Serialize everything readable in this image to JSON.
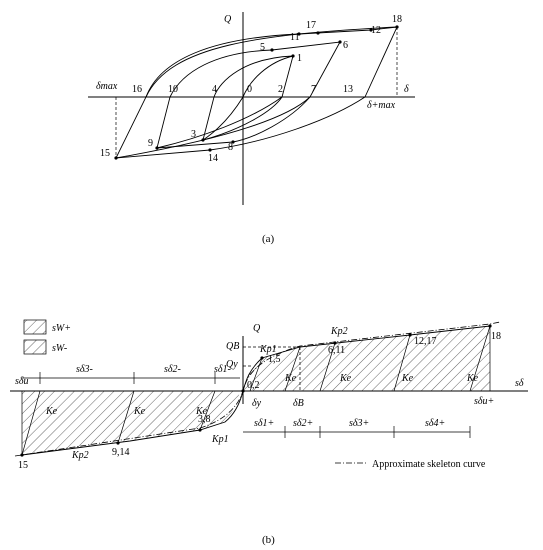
{
  "panel_a": {
    "caption": "(a)",
    "axis_q": "Q",
    "axis_d": "δ",
    "d_max_neg": "δmax",
    "d_max_pos": "δ+max",
    "points": [
      "0",
      "1",
      "2",
      "3",
      "4",
      "5",
      "6",
      "7",
      "8",
      "9",
      "10",
      "11",
      "12",
      "13",
      "14",
      "15",
      "16",
      "17",
      "18"
    ]
  },
  "panel_b": {
    "caption": "(b)",
    "legend_w_pos": "sW+",
    "legend_w_neg": "sW-",
    "axis_q": "Q",
    "axis_d": "sδ",
    "q_b": "QB",
    "q_y": "Qy",
    "delta_y": "δy",
    "delta_b": "δB",
    "kp1": "Kp1",
    "kp2": "Kp2",
    "ke": "Ke",
    "s_delta_u_neg": "sδu",
    "s_delta_u_pos": "sδu+",
    "s_delta_neg": [
      "sδ3-",
      "sδ2-",
      "sδ1-"
    ],
    "s_delta_pos": [
      "sδ1+",
      "sδ2+",
      "sδ3+",
      "sδ4+"
    ],
    "pt_labels": [
      "0,2",
      "1,5",
      "6,11",
      "12,17",
      "18",
      "15",
      "9,14",
      "3,8"
    ],
    "skeleton_legend": "Approximate skeleton curve"
  }
}
